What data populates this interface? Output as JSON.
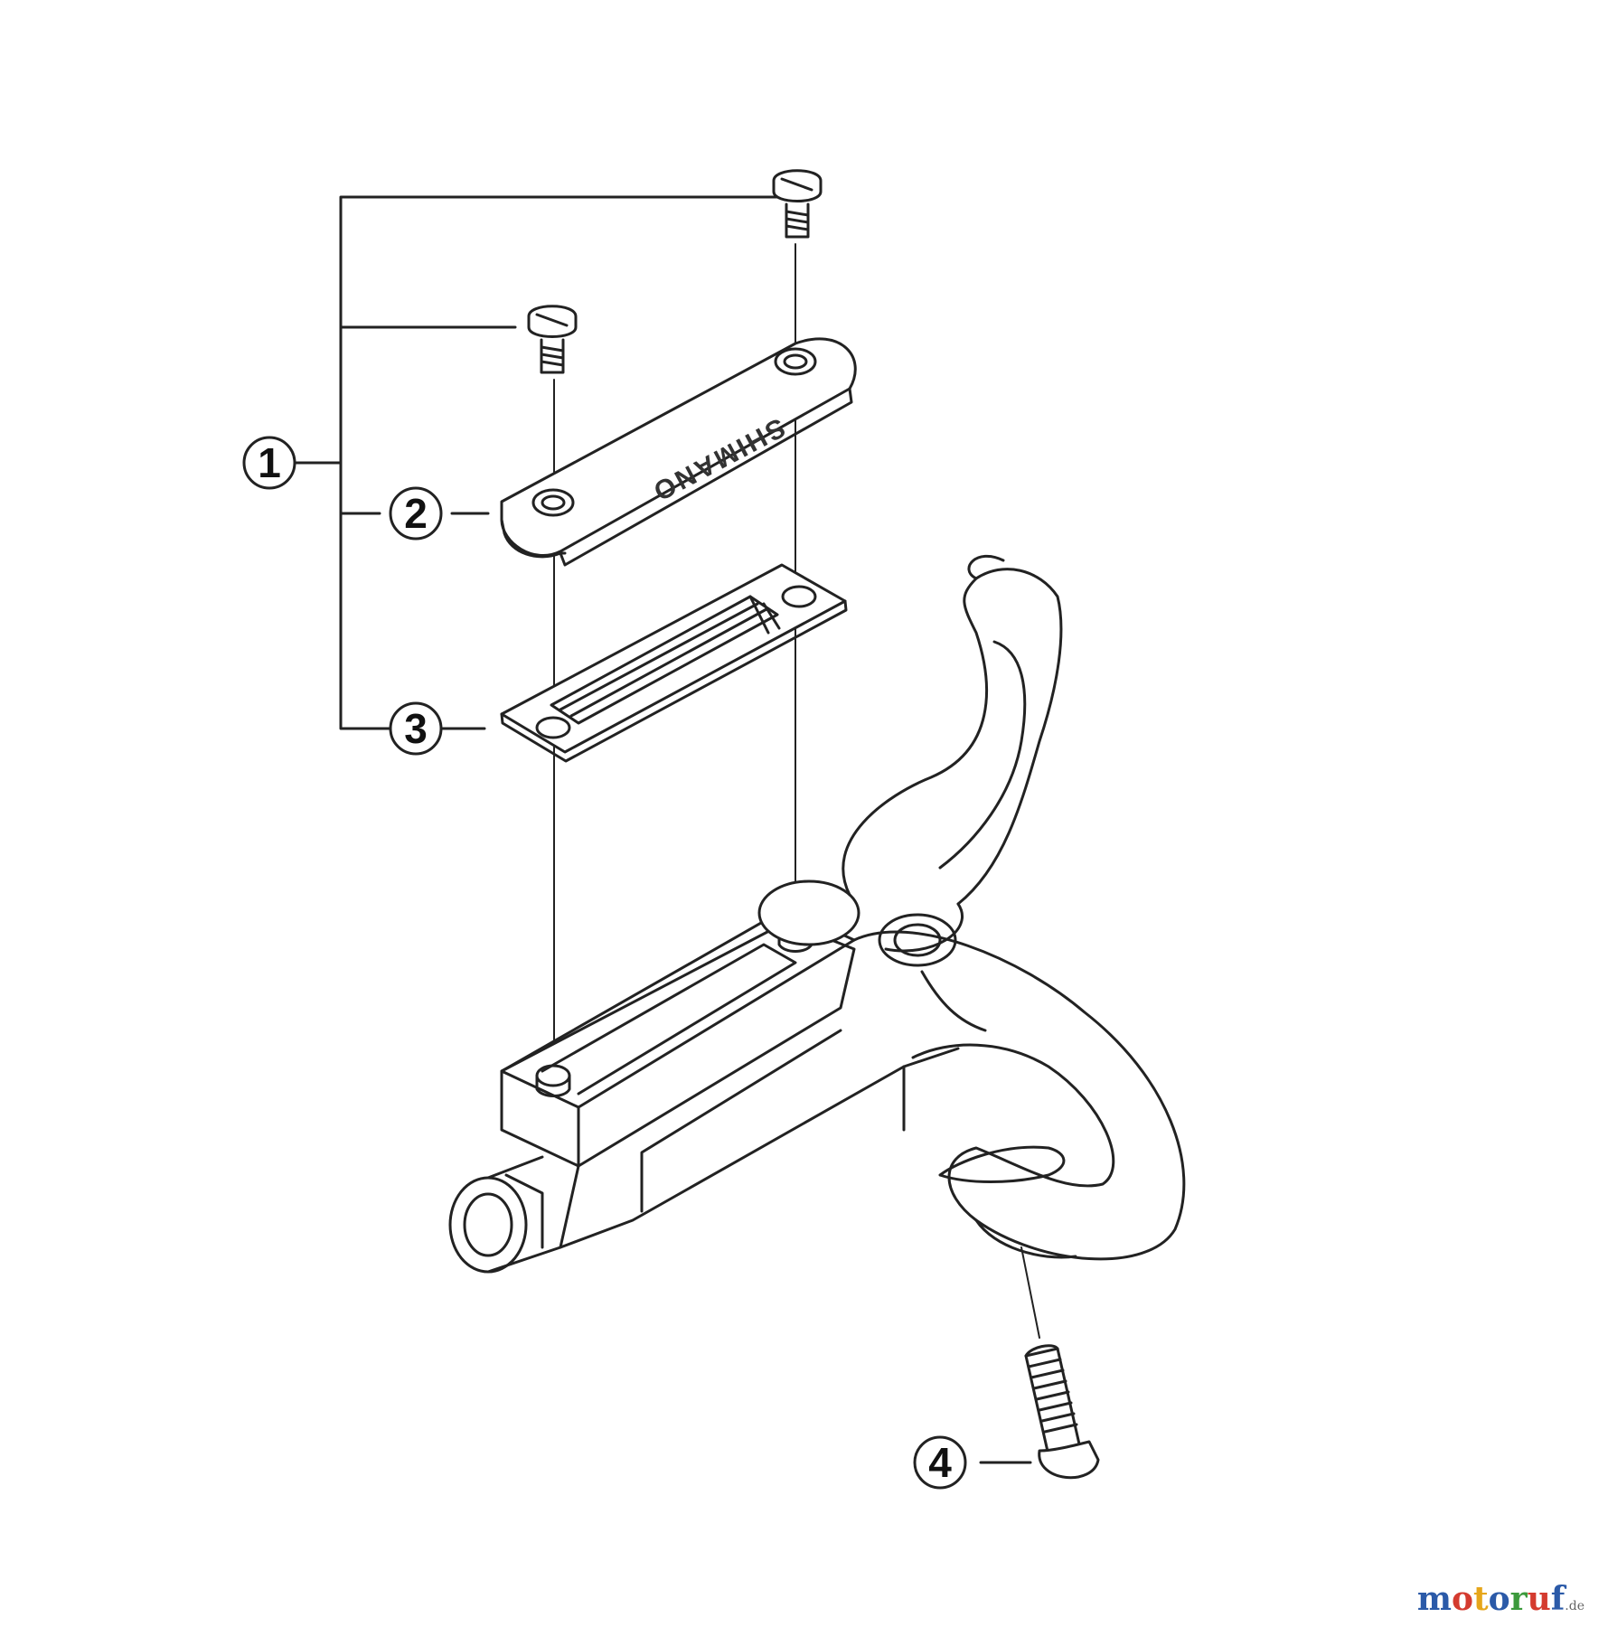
{
  "callouts": [
    {
      "num": "1",
      "part": "mounting-screw-set"
    },
    {
      "num": "2",
      "part": "cover-plate"
    },
    {
      "num": "3",
      "part": "gasket-plate"
    },
    {
      "num": "4",
      "part": "clamp-bolt"
    }
  ],
  "cover_plate_text": "SHIMANO",
  "watermark": {
    "letters": [
      "m",
      "o",
      "t",
      "o",
      "r",
      "u",
      "f"
    ],
    "colors": [
      "#2b5aa8",
      "#d43b2f",
      "#e6a61b",
      "#2b5aa8",
      "#3c9a3c",
      "#d43b2f",
      "#2b5aa8"
    ],
    "suffix": ".de"
  },
  "line_color": "#222222"
}
